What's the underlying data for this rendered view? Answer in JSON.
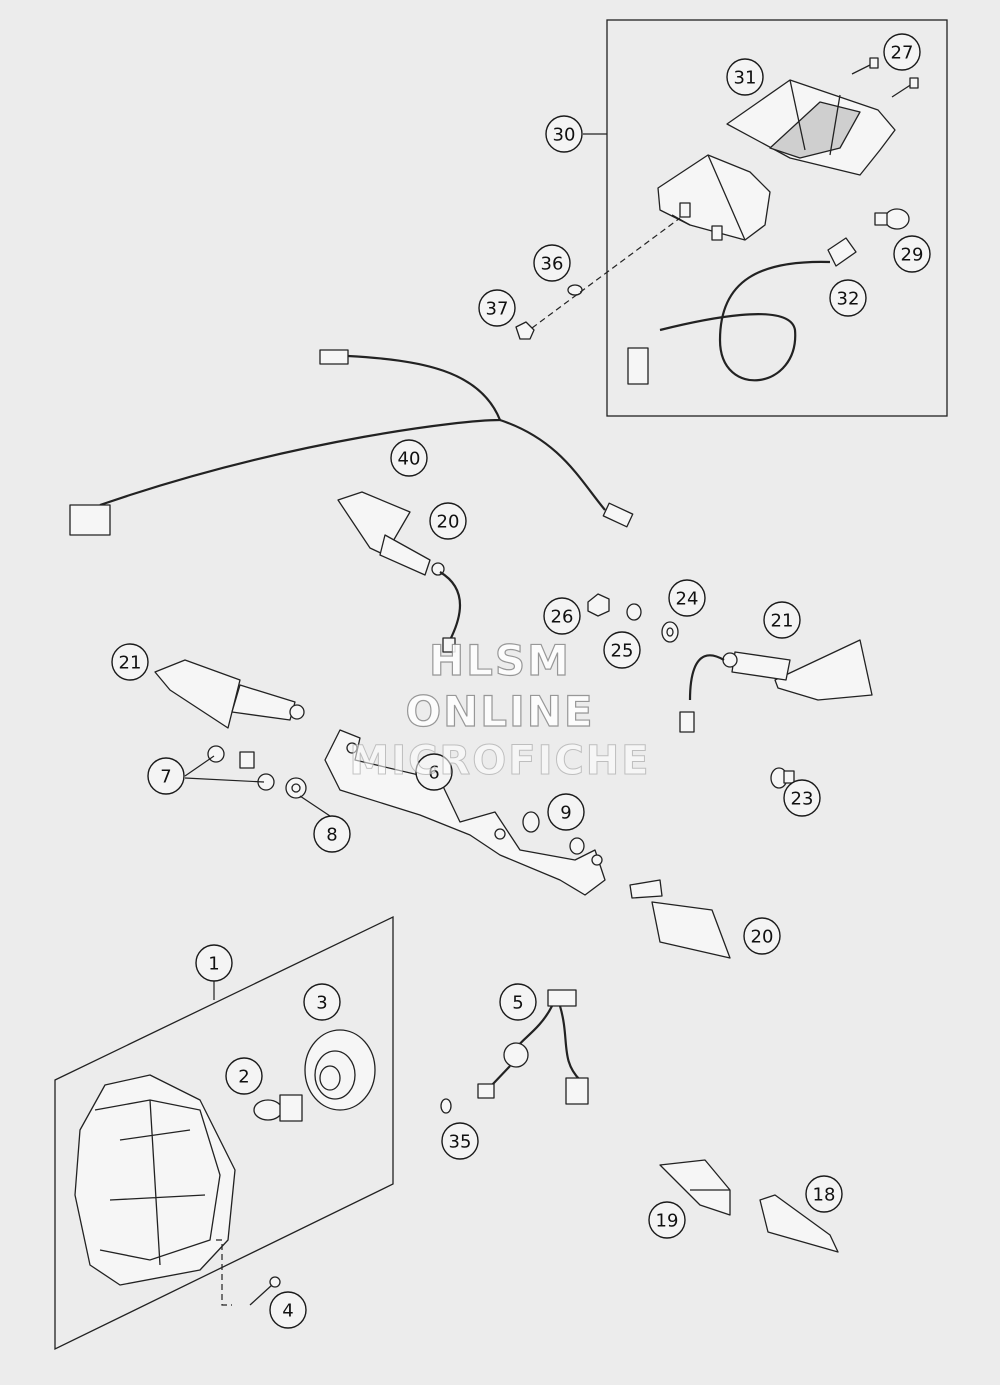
{
  "watermark": {
    "line1": "HLSM",
    "line2": "ONLINE",
    "line3": "MICROFICHE"
  },
  "callouts": [
    {
      "id": "1",
      "label": "1"
    },
    {
      "id": "2",
      "label": "2"
    },
    {
      "id": "3",
      "label": "3"
    },
    {
      "id": "4",
      "label": "4"
    },
    {
      "id": "5",
      "label": "5"
    },
    {
      "id": "6",
      "label": "6"
    },
    {
      "id": "7",
      "label": "7"
    },
    {
      "id": "8",
      "label": "8"
    },
    {
      "id": "9",
      "label": "9"
    },
    {
      "id": "18",
      "label": "18"
    },
    {
      "id": "19",
      "label": "19"
    },
    {
      "id": "20a",
      "label": "20"
    },
    {
      "id": "20b",
      "label": "20"
    },
    {
      "id": "21a",
      "label": "21"
    },
    {
      "id": "21b",
      "label": "21"
    },
    {
      "id": "23",
      "label": "23"
    },
    {
      "id": "24",
      "label": "24"
    },
    {
      "id": "25",
      "label": "25"
    },
    {
      "id": "26",
      "label": "26"
    },
    {
      "id": "27",
      "label": "27"
    },
    {
      "id": "29",
      "label": "29"
    },
    {
      "id": "30",
      "label": "30"
    },
    {
      "id": "31",
      "label": "31"
    },
    {
      "id": "32",
      "label": "32"
    },
    {
      "id": "35",
      "label": "35"
    },
    {
      "id": "36",
      "label": "36"
    },
    {
      "id": "37",
      "label": "37"
    },
    {
      "id": "40",
      "label": "40"
    }
  ]
}
